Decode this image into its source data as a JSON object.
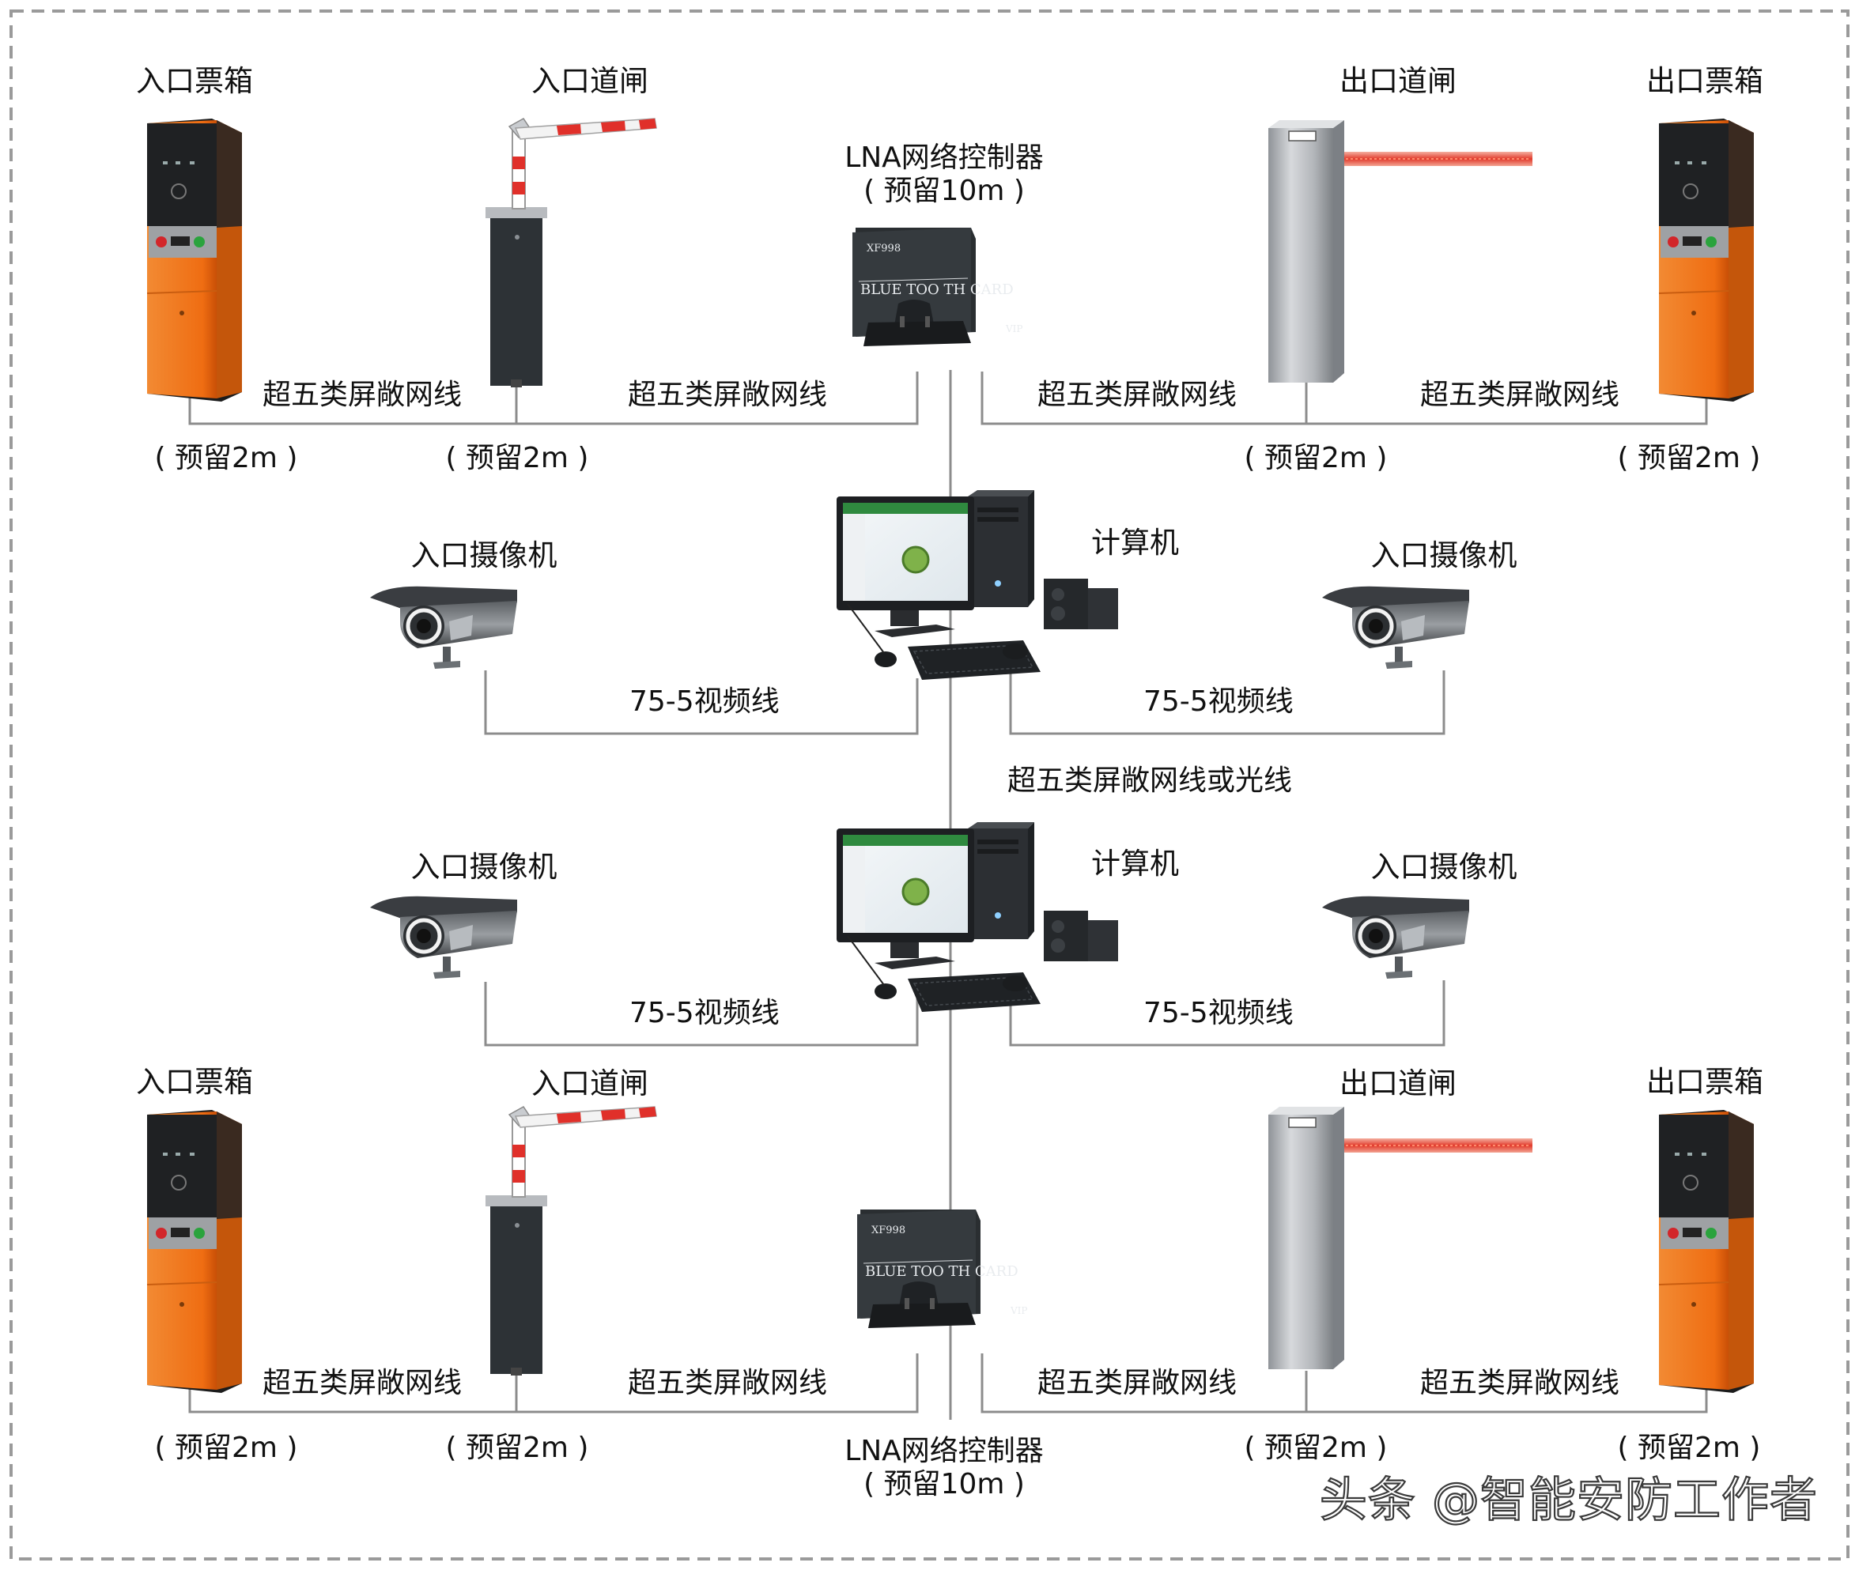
{
  "devices": {
    "entry_ticket_box": "入口票箱",
    "entry_barrier": "入口道闸",
    "exit_barrier": "出口道闸",
    "exit_ticket_box": "出口票箱",
    "controller_name": "LNA网络控制器",
    "controller_reserve": "( 预留10m )",
    "controller_model": "XF998",
    "controller_brand": "BLUE TOO TH CARD",
    "controller_vip": "VIP",
    "computer": "计算机",
    "entry_camera": "入口摄像机"
  },
  "cables": {
    "shielded_cat5e": "超五类屏敞网线",
    "video_cable": "75-5视频线",
    "trunk": "超五类屏敞网线或光线",
    "reserve_2m": "( 预留2m )"
  },
  "watermark": "头条 @智能安防工作者",
  "colors": {
    "frame_dash": "#9a9a9a",
    "wire": "#8c8c8c",
    "ticket_box_orange": "#f07a1e",
    "barrier_red": "#e0302a",
    "device_dark": "#2b2f33",
    "steel": "#b9bcc0"
  }
}
